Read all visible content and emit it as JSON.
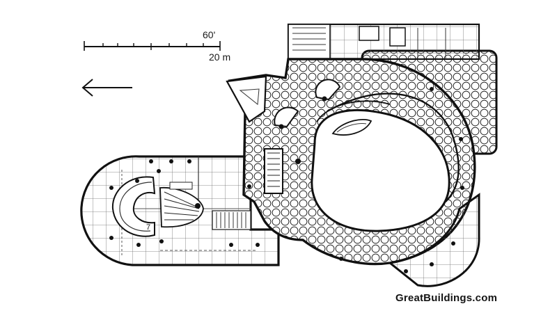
{
  "scale_bar": {
    "feet_label": "60'",
    "meters_label": "20 m"
  },
  "plan": {
    "room_number": "7"
  },
  "credit": "GreatBuildings.com"
}
